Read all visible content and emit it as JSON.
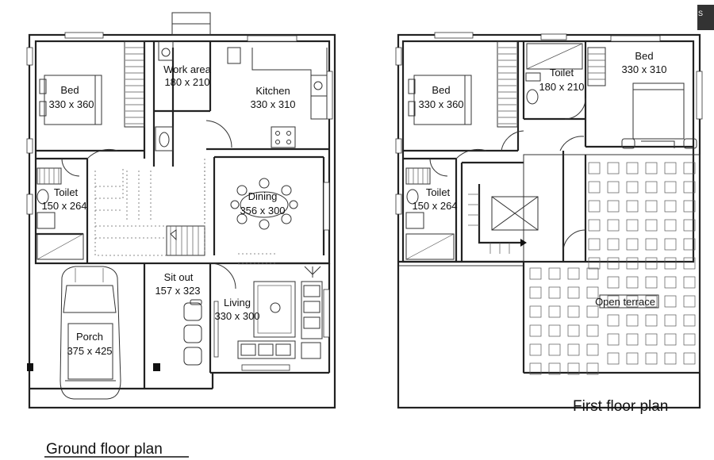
{
  "titles": {
    "ground": "Ground floor plan",
    "first": "First floor plan"
  },
  "corner_mark": "S",
  "ground_floor": {
    "work_area": {
      "name": "Work area",
      "size": "180 x 210"
    },
    "kitchen": {
      "name": "Kitchen",
      "size": "330 x 310"
    },
    "bed": {
      "name": "Bed",
      "size": "330 x 360"
    },
    "toilet": {
      "name": "Toilet",
      "size": "150 x 264"
    },
    "dining": {
      "name": "Dining",
      "size": "356 x 300"
    },
    "sit_out": {
      "name": "Sit out",
      "size": "157 x 323"
    },
    "living": {
      "name": "Living",
      "size": "330 x 300"
    },
    "porch": {
      "name": "Porch",
      "size": "375 x 425"
    }
  },
  "first_floor": {
    "bed_left": {
      "name": "Bed",
      "size": "330 x 360"
    },
    "toilet_top": {
      "name": "Toilet",
      "size": "180 x 210"
    },
    "bed_right": {
      "name": "Bed",
      "size": "330 x 310"
    },
    "toilet_left": {
      "name": "Toilet",
      "size": "150 x 264"
    },
    "open_terrace": {
      "name": "Open terrace"
    }
  }
}
